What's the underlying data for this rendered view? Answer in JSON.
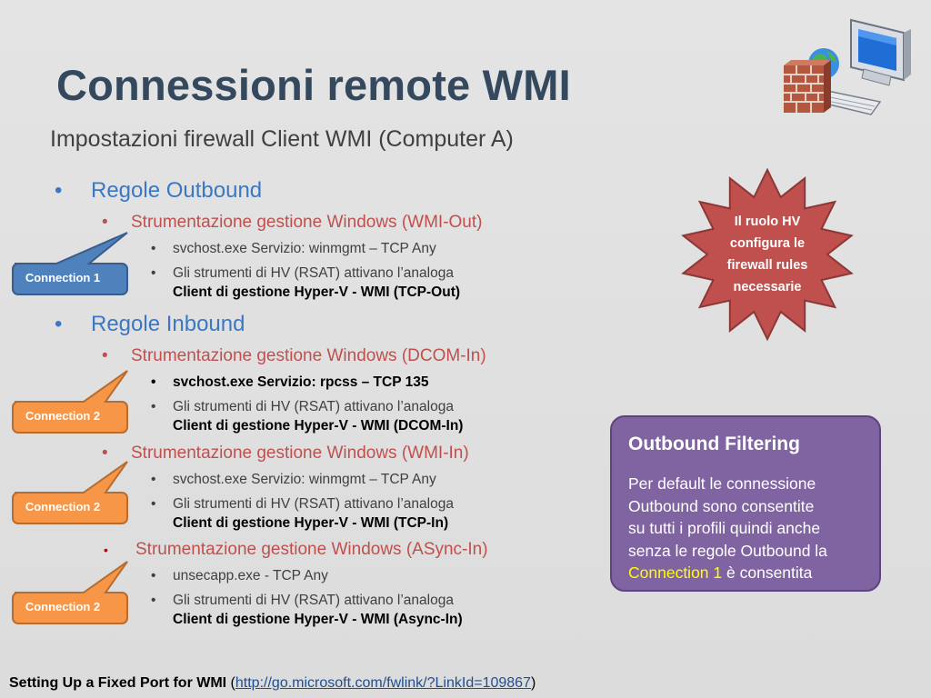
{
  "slide": {
    "title": "Connessioni remote WMI",
    "subtitle": "Impostazioni firewall Client WMI (Computer A)"
  },
  "outbound": {
    "heading": "Regole Outbound",
    "rule": "Strumentazione gestione Windows (WMI-Out)",
    "item1": "svchost.exe  Servizio: winmgmt – TCP Any",
    "item2_line1": "Gli strumenti di HV (RSAT) attivano l’analoga",
    "item2_line2": "Client di gestione Hyper-V - WMI (TCP-Out)"
  },
  "inbound": {
    "heading": "Regole Inbound",
    "rules": [
      {
        "rule": "Strumentazione gestione Windows (DCOM-In)",
        "item1": "svchost.exe  Servizio: rpcss – TCP 135",
        "item2_line1": "Gli strumenti di HV (RSAT) attivano l’analoga",
        "item2_line2": "Client di gestione Hyper-V - WMI (DCOM-In)"
      },
      {
        "rule": "Strumentazione gestione Windows (WMI-In)",
        "item1": "svchost.exe  Servizio: winmgmt – TCP Any",
        "item2_line1": "Gli strumenti di HV (RSAT) attivano l’analoga",
        "item2_line2": "Client di gestione Hyper-V - WMI (TCP-In)"
      },
      {
        "rule": "Strumentazione gestione Windows (ASync-In)",
        "item1": "unsecapp.exe - TCP Any",
        "item2_line1": "Gli strumenti di HV (RSAT) attivano l’analoga",
        "item2_line2": "Client di gestione Hyper-V - WMI (Async-In)"
      }
    ]
  },
  "callouts": [
    {
      "label": "Connection 1",
      "color": "#4f81bd"
    },
    {
      "label": "Connection 2",
      "color": "#f79646"
    },
    {
      "label": "Connection 2",
      "color": "#f79646"
    },
    {
      "label": "Connection 2",
      "color": "#f79646"
    }
  ],
  "star": {
    "line1": "Il ruolo HV",
    "line2": "configura le",
    "line3": "firewall rules",
    "line4": "necessarie",
    "color": "#c0504d"
  },
  "info_box": {
    "title": "Outbound Filtering",
    "line1": "Per default le connessione",
    "line2": "Outbound sono consentite",
    "line3": "su tutti i profili quindi anche",
    "line4": "senza le regole Outbound la",
    "highlight": "Connection 1",
    "tail": " è consentita"
  },
  "footer": {
    "label": "Setting Up a Fixed Port for WMI",
    "open": " (",
    "link": "http://go.microsoft.com/fwlink/?LinkId=109867",
    "close": ")"
  },
  "icons": [
    "firewall-computer-icon"
  ]
}
